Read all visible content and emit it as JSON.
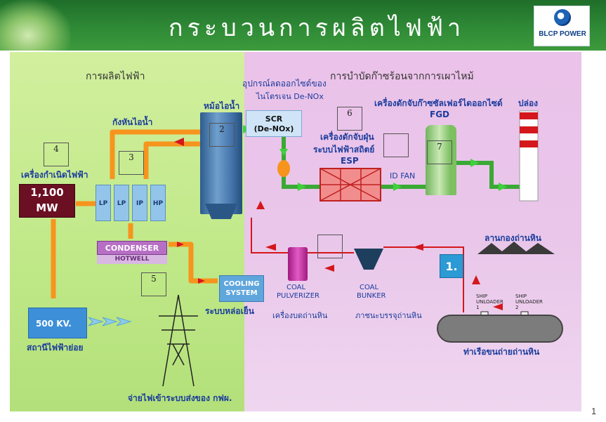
{
  "header": {
    "title": "กระบวนการผลิตไฟฟ้า",
    "logo_text": "BLCP POWER"
  },
  "panels": {
    "left_title": "การผลิตไฟฟ้า",
    "right_title": "การบำบัดก๊าซร้อนจากการเผาไหม้"
  },
  "components": {
    "denox_label_line1": "อุปกรณ์ลดออกไซด์ของ",
    "denox_label_line2": "ไนโตรเจน De-NOx",
    "boiler_label": "หม้อไอน้ำ",
    "scr_line1": "SCR",
    "scr_line2": "(De-NOx)",
    "turbine_label": "กังหันไอน้ำ",
    "generator_label": "เครื่องกำเนิดไฟฟ้า",
    "generator_capacity_line1": "1,100",
    "generator_capacity_line2": "MW",
    "turbine_stages": [
      "LP",
      "LP",
      "IP",
      "HP"
    ],
    "esp_label_line1": "เครื่องดักจับฝุ่น",
    "esp_label_line2": "ระบบไฟฟ้าสถิตย์",
    "esp_label_line3": "ESP",
    "fgd_label_line1": "เครื่องดักจับก๊าซซัลเฟอร์ไดออกไซด์",
    "fgd_label_line2": "FGD",
    "chimney_label": "ปล่อง",
    "id_fan_label": "ID FAN",
    "condenser_label": "CONDENSER",
    "hotwell_label": "HOTWELL",
    "cooling_line1": "COOLING",
    "cooling_line2": "SYSTEM",
    "cooling_thai": "ระบบหล่อเย็น",
    "substation_label": "500 KV.",
    "substation_thai": "สถานีไฟฟ้าย่อย",
    "transmission_label": "จ่ายไฟเข้าระบบส่งของ กฟผ.",
    "pulverizer_line1": "COAL",
    "pulverizer_line2": "PULVERIZER",
    "pulverizer_thai": "เครื่องบดถ่านหิน",
    "bunker_line1": "COAL",
    "bunker_line2": "BUNKER",
    "bunker_thai": "ภาชนะบรรจุถ่านหิน",
    "coal_yard_label": "ลานกองถ่านหิน",
    "step_number": "1.",
    "ship_unloader_1": "SHIP UNLOADER 1",
    "ship_unloader_2": "SHIP UNLOADER 2",
    "jetty_label": "ท่าเรือขนถ่ายถ่านหิน"
  },
  "number_boxes": [
    "2",
    "3",
    "4",
    "5",
    "6",
    "7"
  ],
  "page_number": "1",
  "colors": {
    "header_green": "#2f8a36",
    "left_panel": "#c6eb8e",
    "right_panel": "#ebc8ea",
    "steam_arrow": "#f7941d",
    "flow_red": "#d4171c",
    "gas_green": "#3aa935",
    "generator": "#6b0f22"
  }
}
